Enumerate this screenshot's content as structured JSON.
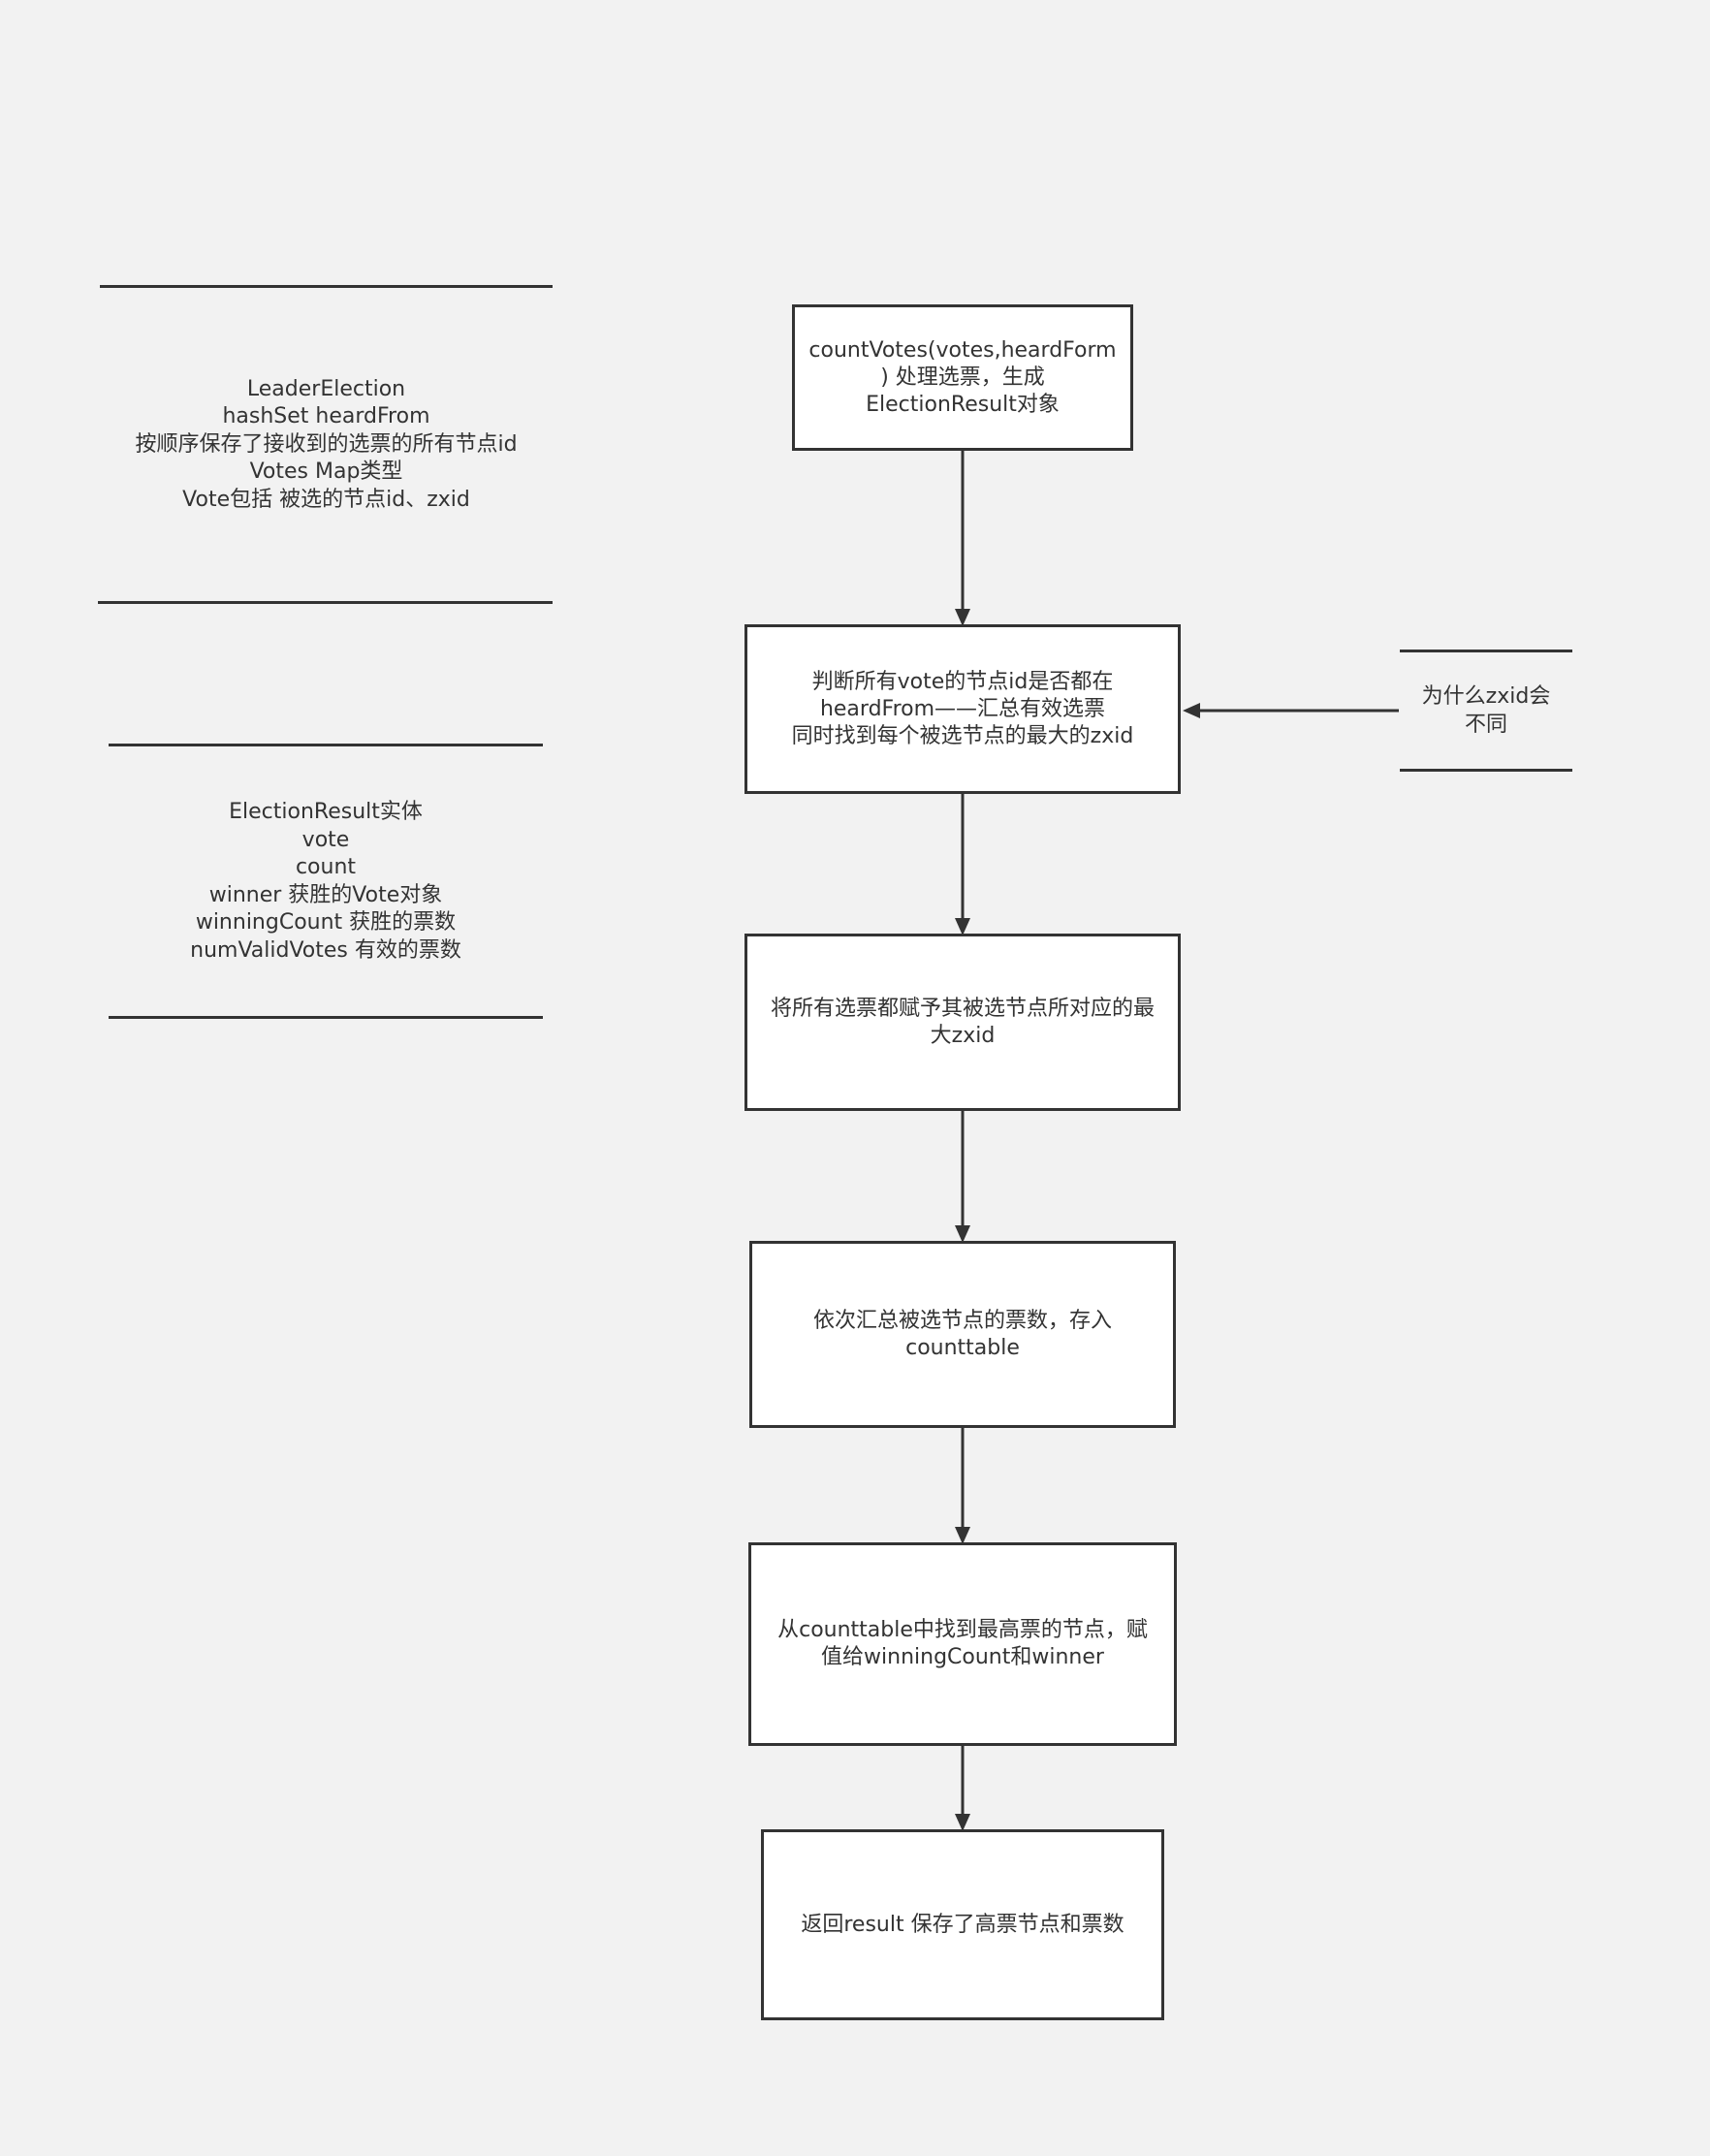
{
  "diagram": {
    "nodes": [
      {
        "id": "n1",
        "text": "countVotes(votes,heardForm\n) 处理选票，生成\nElectionResult对象"
      },
      {
        "id": "n2",
        "text": "判断所有vote的节点id是否都在\nheardFrom——汇总有效选票\n同时找到每个被选节点的最大的zxid"
      },
      {
        "id": "n3",
        "text": "将所有选票都赋予其被选节点所对应的最\n大zxid"
      },
      {
        "id": "n4",
        "text": "依次汇总被选节点的票数，存入\ncounttable"
      },
      {
        "id": "n5",
        "text": "从counttable中找到最高票的节点，赋\n值给winningCount和winner"
      },
      {
        "id": "n6",
        "text": "返回result 保存了高票节点和票数"
      }
    ],
    "notes": [
      {
        "id": "leader-election",
        "text": "LeaderElection\nhashSet heardFrom\n按顺序保存了接收到的选票的所有节点id\nVotes Map类型\nVote包括 被选的节点id、zxid"
      },
      {
        "id": "election-result",
        "text": "ElectionResult实体\nvote\ncount\nwinner  获胜的Vote对象\nwinningCount 获胜的票数\nnumValidVotes 有效的票数"
      },
      {
        "id": "why-zxid",
        "text": "为什么zxid会\n不同"
      }
    ],
    "edges": [
      {
        "from": "n1",
        "to": "n2"
      },
      {
        "from": "n2",
        "to": "n3"
      },
      {
        "from": "n3",
        "to": "n4"
      },
      {
        "from": "n4",
        "to": "n5"
      },
      {
        "from": "n5",
        "to": "n6"
      },
      {
        "from": "why-zxid",
        "to": "n2"
      }
    ]
  }
}
